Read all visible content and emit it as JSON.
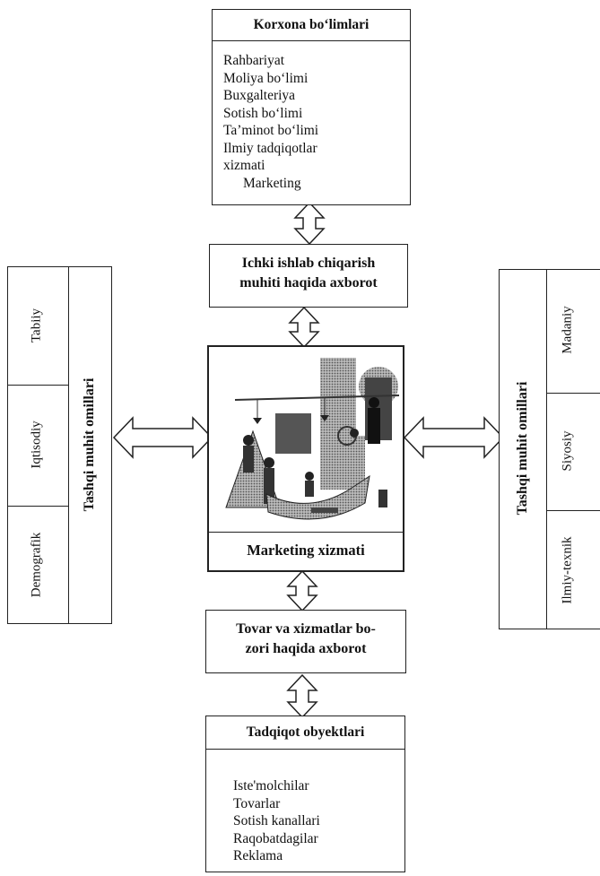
{
  "top_box": {
    "title": "Korxona bo‘limlari",
    "items": [
      "Rahbariyat",
      "Moliya bo‘limi",
      "Buxgalteriya",
      "Sotish bo‘limi",
      "Ta’minot bo‘limi",
      "Ilmiy tadqiqotlar",
      "xizmati",
      "Marketing"
    ]
  },
  "internal_info_box": {
    "line1": "Ichki ishlab chiqarish",
    "line2": "muhiti haqida axborot"
  },
  "center_box": {
    "caption": "Marketing xizmati"
  },
  "market_info_box": {
    "line1": "Tovar va xizmatlar bo-",
    "line2": "zori haqida axborot"
  },
  "research_box": {
    "title": "Tadqiqot obyektlari",
    "items": [
      "Iste'molchilar",
      "Tovarlar",
      "Sotish kanallari",
      "Raqobatdagilar",
      "Reklama"
    ]
  },
  "left_panel": {
    "heading": "Tashqi muhit omillari",
    "factors": [
      "Tabiiy",
      "Iqtisodiy",
      "Demografik"
    ]
  },
  "right_panel": {
    "heading": "Tashqi muhit omillari",
    "factors": [
      "Madaniy",
      "Siyosiy",
      "Ilmiy-texnik"
    ]
  }
}
